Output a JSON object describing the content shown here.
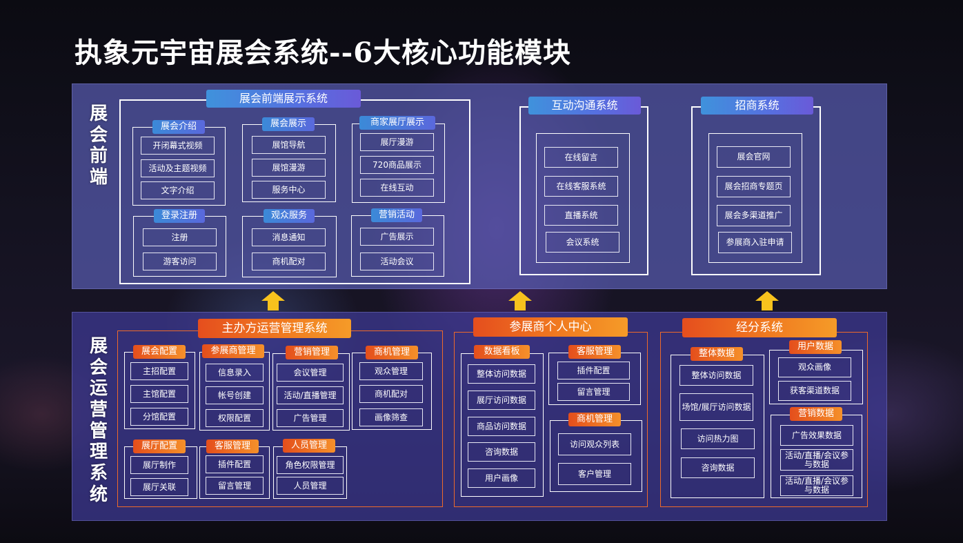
{
  "title": "执象元宇宙展会系统--6大核心功能模块",
  "colors": {
    "accent_blue": "#4a7fdc",
    "accent_orange": "#f07a20",
    "upper_panel": "#585cb0",
    "lower_panel": "#3e3a96"
  },
  "front": {
    "side_label": [
      "展",
      "会",
      "前",
      "端"
    ],
    "display": {
      "header": "展会前端展示系统",
      "groups": [
        {
          "label": "展会介绍",
          "items": [
            "开闭幕式视频",
            "活动及主题视频",
            "文字介绍"
          ]
        },
        {
          "label": "展会展示",
          "items": [
            "展馆导航",
            "展馆漫游",
            "服务中心"
          ]
        },
        {
          "label": "商家展厅展示",
          "items": [
            "展厅漫游",
            "720商品展示",
            "在线互动"
          ]
        },
        {
          "label": "登录注册",
          "items": [
            "注册",
            "游客访问"
          ]
        },
        {
          "label": "观众服务",
          "items": [
            "消息通知",
            "商机配对"
          ]
        },
        {
          "label": "营销活动",
          "items": [
            "广告展示",
            "活动会议"
          ]
        }
      ]
    },
    "interactive": {
      "header": "互动沟通系统",
      "items": [
        "在线留言",
        "在线客服系统",
        "直播系统",
        "会议系统"
      ]
    },
    "merchant": {
      "header": "招商系统",
      "items": [
        "展会官网",
        "展会招商专题页",
        "展会多渠道推广",
        "参展商入驻申请"
      ]
    }
  },
  "ops": {
    "side_label": [
      "展",
      "会",
      "运",
      "营",
      "管",
      "理",
      "系",
      "统"
    ],
    "organizer": {
      "header": "主办方运营管理系统",
      "groups": [
        {
          "label": "展会配置",
          "items": [
            "主招配置",
            "主馆配置",
            "分馆配置"
          ]
        },
        {
          "label": "参展商管理",
          "items": [
            "信息录入",
            "帐号创建",
            "权限配置"
          ]
        },
        {
          "label": "营销管理",
          "items": [
            "会议管理",
            "活动/直播管理",
            "广告管理"
          ]
        },
        {
          "label": "商机管理",
          "items": [
            "观众管理",
            "商机配对",
            "画像筛查"
          ]
        },
        {
          "label": "展厅配置",
          "items": [
            "展厅制作",
            "展厅关联"
          ]
        },
        {
          "label": "客服管理",
          "items": [
            "插件配置",
            "留言管理"
          ]
        },
        {
          "label": "人员管理",
          "items": [
            "角色权限管理",
            "人员管理"
          ]
        }
      ]
    },
    "exhibitor": {
      "header": "参展商个人中心",
      "groups": [
        {
          "label": "数据看板",
          "items": [
            "整体访问数据",
            "展厅访问数据",
            "商品访问数据",
            "咨询数据",
            "用户画像"
          ]
        },
        {
          "label": "客服管理",
          "items": [
            "插件配置",
            "留言管理"
          ]
        },
        {
          "label": "商机管理",
          "items": [
            "访问观众列表",
            "客户管理"
          ]
        }
      ]
    },
    "analytics": {
      "header": "经分系统",
      "groups": [
        {
          "label": "整体数据",
          "items": [
            "整体访问数据",
            "场馆/展厅访问数据",
            "访问热力图",
            "咨询数据"
          ]
        },
        {
          "label": "用户数据",
          "items": [
            "观众画像",
            "获客渠道数据"
          ]
        },
        {
          "label": "营销数据",
          "items": [
            "广告效果数据",
            "活动/直播/会议参与数据",
            "活动/直播/会议参与数据"
          ]
        }
      ]
    }
  }
}
